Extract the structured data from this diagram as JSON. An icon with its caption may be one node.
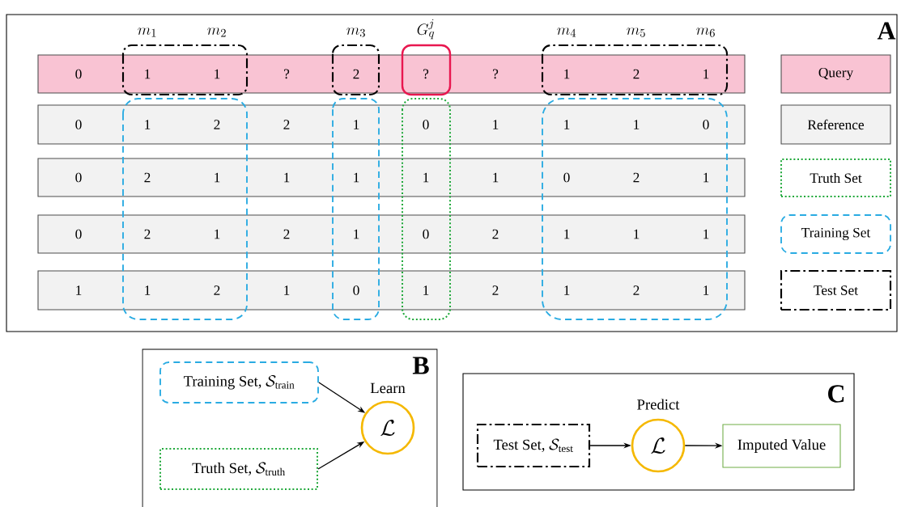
{
  "diagram": {
    "nodes": [
      {
        "text": [
          "A"
        ]
      },
      {
        "text": [
          "0",
          "1",
          "1",
          "?",
          "2",
          "?",
          "?",
          "1",
          "2",
          "1"
        ],
        "in": 0
      },
      {
        "text": [
          "0",
          "1",
          "2",
          "2",
          "1",
          "0",
          "1",
          "1",
          "1",
          "0"
        ],
        "in": 0
      },
      {
        "text": [
          "0",
          "2",
          "1",
          "1",
          "1",
          "1",
          "1",
          "0",
          "2",
          "1"
        ],
        "in": 0
      },
      {
        "text": [
          "0",
          "2",
          "1",
          "2",
          "1",
          "0",
          "2",
          "1",
          "1",
          "1"
        ],
        "in": 0
      },
      {
        "text": [
          "1",
          "1",
          "2",
          "1",
          "0",
          "1",
          "2",
          "1",
          "2",
          "1"
        ],
        "in": 0
      },
      {
        "text": [
          "B"
        ]
      },
      {
        "text": [
          "\\text{Training Set, }\\mathcal{S}_{\\text{train}}"
        ],
        "in": 6
      },
      {
        "text": [
          "\\text{Truth Set, }\\mathcal{S}_{\\text{truth}}"
        ],
        "in": 6
      },
      {
        "text": [
          "\\mathcal{L}"
        ],
        "beside": [
          "Learn"
        ],
        "in": 6
      },
      {
        "text": [
          "C"
        ]
      },
      {
        "text": [
          "\\text{Test Set, }\\mathcal{S}_{\\text{test}}"
        ],
        "in": 10
      },
      {
        "text": [
          "\\mathcal{L}"
        ],
        "beside": [
          "Predict"
        ],
        "in": 10
      },
      {
        "text": [
          "Imputed Value"
        ],
        "in": 10
      }
    ],
    "edges": [
      {
        "from": 7,
        "to": 9,
        "arrow": "to"
      },
      {
        "from": 8,
        "to": 9,
        "arrow": "to"
      },
      {
        "from": 11,
        "to": 12,
        "arrow": "to"
      },
      {
        "from": 12,
        "to": 13,
        "arrow": "to"
      }
    ],
    "labels": [
      "m_{1}",
      "m_{2}",
      "m_{3}",
      "G_{q}^{j}",
      "m_{4}",
      "m_{5}",
      "m_{6}"
    ],
    "legend": [
      {
        "text": "Query",
        "color": "#f9c3d3"
      },
      {
        "text": "Reference",
        "color": "#f2f2f2"
      },
      {
        "text": "Truth Set"
      },
      {
        "text": "Training Set"
      },
      {
        "text": "Test Set"
      }
    ]
  }
}
